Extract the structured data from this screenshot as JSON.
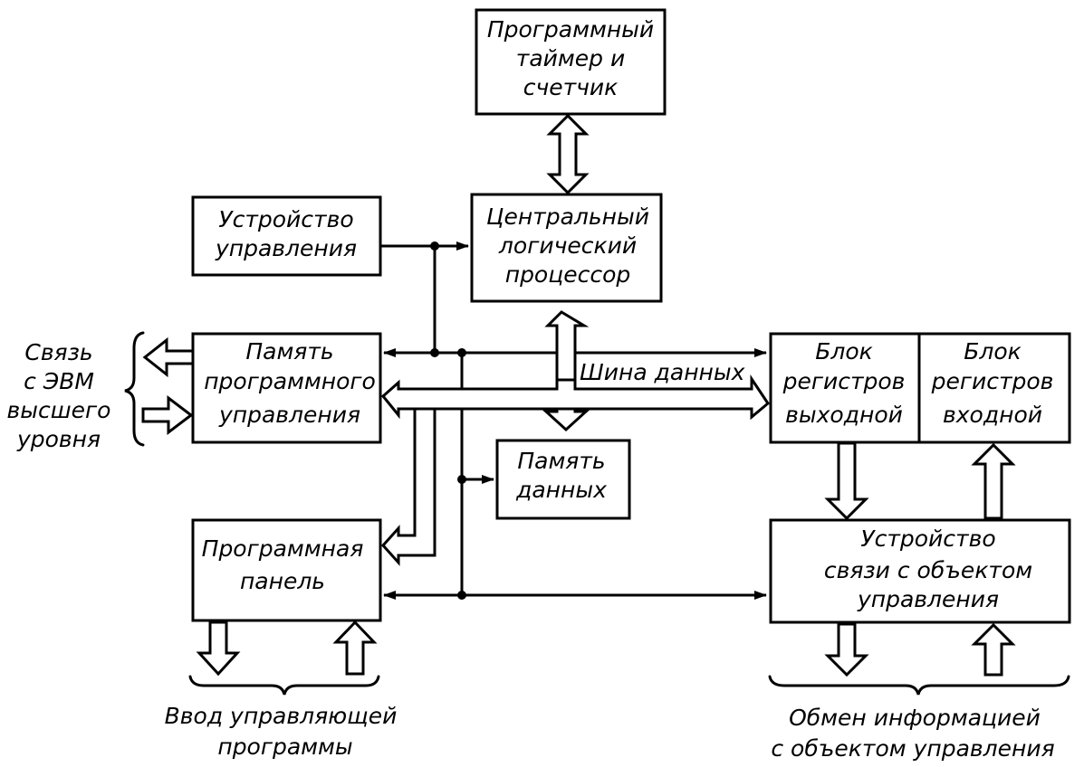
{
  "colors": {
    "ink": "#000000",
    "paper": "#ffffff"
  },
  "blocks": {
    "timer": [
      "Программный",
      "таймер и",
      "счетчик"
    ],
    "control_unit": [
      "Устройство",
      "управления"
    ],
    "cpu": [
      "Центральный",
      "логический",
      "процессор"
    ],
    "program_memory": [
      "Память",
      "программного",
      "управления"
    ],
    "data_memory": [
      "Память",
      "данных"
    ],
    "output_registers": [
      "Блок",
      "регистров",
      "выходной"
    ],
    "input_registers": [
      "Блок",
      "регистров",
      "входной"
    ],
    "program_panel": [
      "Программная",
      "панель"
    ],
    "object_link": [
      "Устройство",
      "связи  с  объектом",
      "управления"
    ]
  },
  "labels": {
    "data_bus": "Шина данных",
    "host_link": [
      "Связь",
      "с  ЭВМ",
      "высшего",
      "уровня"
    ],
    "program_input": [
      "Ввод управляющей",
      "программы"
    ],
    "object_exchange": [
      "Обмен   информацией",
      "с объектом управления"
    ]
  }
}
